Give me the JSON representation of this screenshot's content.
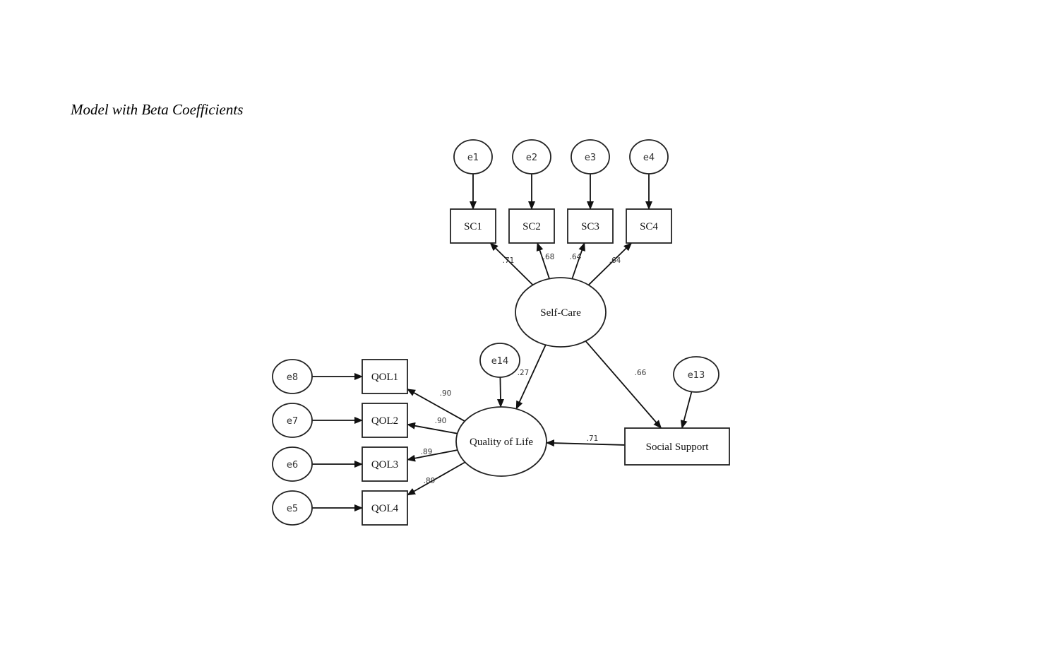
{
  "caption": "Model with Beta Coefficients",
  "nodes": {
    "e1": {
      "label": "e1",
      "kind": "error"
    },
    "e2": {
      "label": "e2",
      "kind": "error"
    },
    "e3": {
      "label": "e3",
      "kind": "error"
    },
    "e4": {
      "label": "e4",
      "kind": "error"
    },
    "SC1": {
      "label": "SC1",
      "kind": "observed"
    },
    "SC2": {
      "label": "SC2",
      "kind": "observed"
    },
    "SC3": {
      "label": "SC3",
      "kind": "observed"
    },
    "SC4": {
      "label": "SC4",
      "kind": "observed"
    },
    "SelfCare": {
      "label": "Self-Care",
      "kind": "latent"
    },
    "e14": {
      "label": "e14",
      "kind": "error"
    },
    "QOL": {
      "label": "Quality of Life",
      "kind": "latent"
    },
    "SocialSupport": {
      "label": "Social Support",
      "kind": "observed"
    },
    "e13": {
      "label": "e13",
      "kind": "error"
    },
    "QOL1": {
      "label": "QOL1",
      "kind": "observed"
    },
    "QOL2": {
      "label": "QOL2",
      "kind": "observed"
    },
    "QOL3": {
      "label": "QOL3",
      "kind": "observed"
    },
    "QOL4": {
      "label": "QOL4",
      "kind": "observed"
    },
    "e8": {
      "label": "e8",
      "kind": "error"
    },
    "e7": {
      "label": "e7",
      "kind": "error"
    },
    "e6": {
      "label": "e6",
      "kind": "error"
    },
    "e5": {
      "label": "e5",
      "kind": "error"
    }
  },
  "edges": [
    {
      "from": "e1",
      "to": "SC1",
      "coef": ""
    },
    {
      "from": "e2",
      "to": "SC2",
      "coef": ""
    },
    {
      "from": "e3",
      "to": "SC3",
      "coef": ""
    },
    {
      "from": "e4",
      "to": "SC4",
      "coef": ""
    },
    {
      "from": "SelfCare",
      "to": "SC1",
      "coef": ".71"
    },
    {
      "from": "SelfCare",
      "to": "SC2",
      "coef": ".68"
    },
    {
      "from": "SelfCare",
      "to": "SC3",
      "coef": ".64"
    },
    {
      "from": "SelfCare",
      "to": "SC4",
      "coef": ".64"
    },
    {
      "from": "SelfCare",
      "to": "QOL",
      "coef": ".27"
    },
    {
      "from": "SelfCare",
      "to": "SocialSupport",
      "coef": ".66"
    },
    {
      "from": "e14",
      "to": "QOL",
      "coef": ""
    },
    {
      "from": "e13",
      "to": "SocialSupport",
      "coef": ""
    },
    {
      "from": "SocialSupport",
      "to": "QOL",
      "coef": ".71"
    },
    {
      "from": "QOL",
      "to": "QOL1",
      "coef": ".90"
    },
    {
      "from": "QOL",
      "to": "QOL2",
      "coef": ".90"
    },
    {
      "from": "QOL",
      "to": "QOL3",
      "coef": ".89"
    },
    {
      "from": "QOL",
      "to": "QOL4",
      "coef": ".89"
    },
    {
      "from": "e8",
      "to": "QOL1",
      "coef": ""
    },
    {
      "from": "e7",
      "to": "QOL2",
      "coef": ""
    },
    {
      "from": "e6",
      "to": "QOL3",
      "coef": ""
    },
    {
      "from": "e5",
      "to": "QOL4",
      "coef": ""
    }
  ]
}
